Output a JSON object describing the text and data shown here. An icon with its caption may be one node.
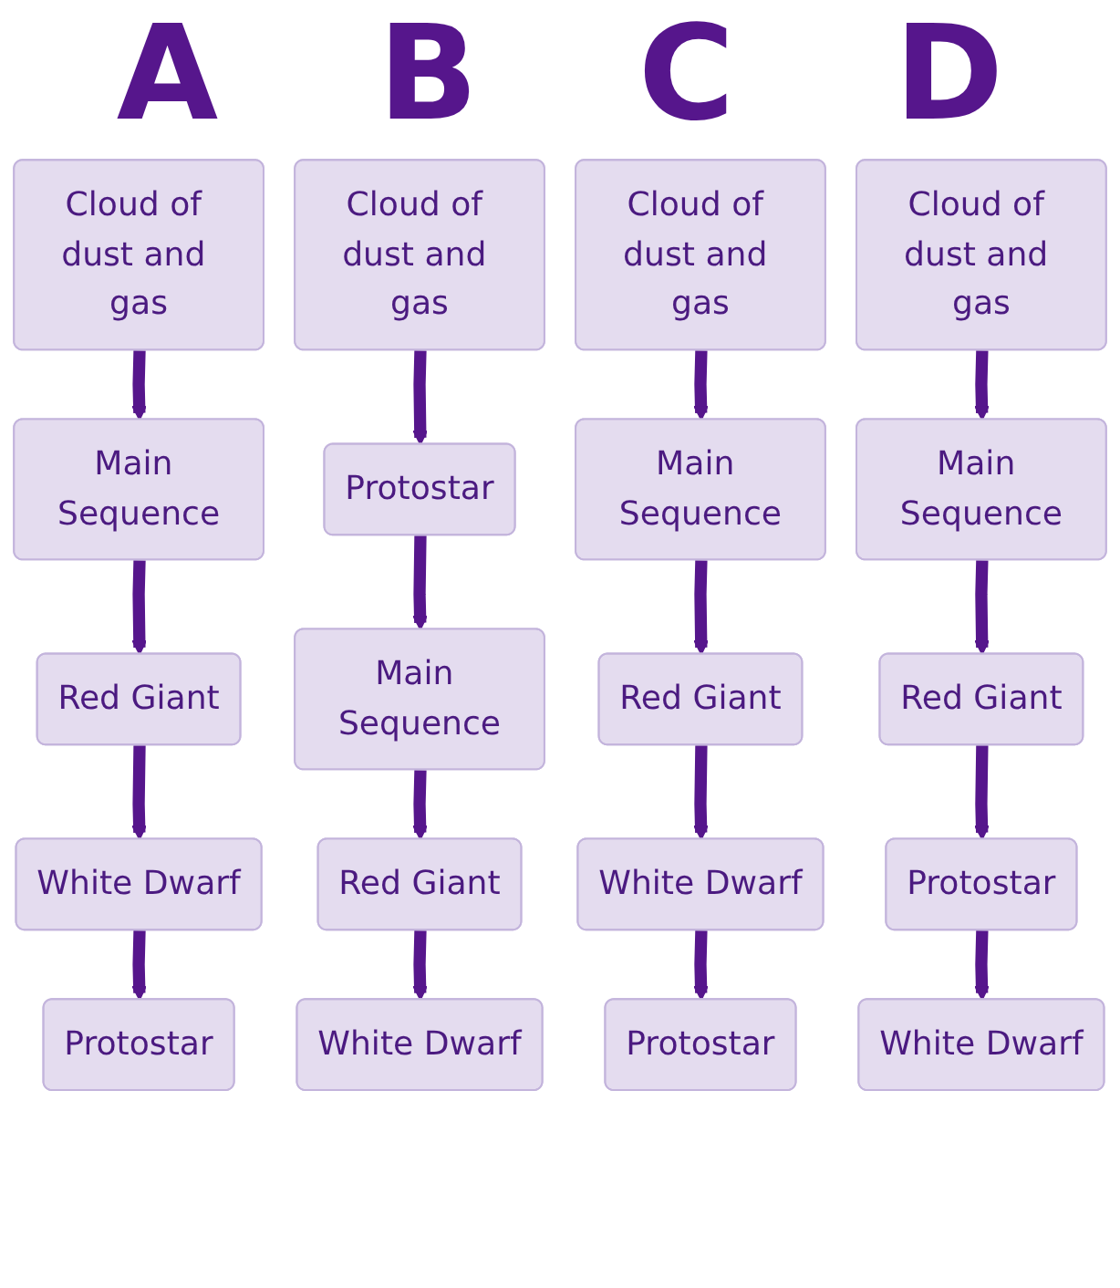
{
  "diagram": {
    "nodes": [
      {
        "text": [
          "Cloud of dust and gas"
        ]
      },
      {
        "text": [
          "Main Sequence"
        ]
      },
      {
        "text": [
          "Red Giant"
        ]
      },
      {
        "text": [
          "White Dwarf"
        ]
      },
      {
        "text": [
          "Protostar"
        ]
      },
      {
        "text": [
          "Cloud of dust and gas"
        ]
      },
      {
        "text": [
          "Protostar"
        ]
      },
      {
        "text": [
          "Main Sequence"
        ]
      },
      {
        "text": [
          "Red Giant"
        ]
      },
      {
        "text": [
          "White Dwarf"
        ]
      },
      {
        "text": [
          "Cloud of dust and gas"
        ]
      },
      {
        "text": [
          "Main Sequence"
        ]
      },
      {
        "text": [
          "Red Giant"
        ]
      },
      {
        "text": [
          "White Dwarf"
        ]
      },
      {
        "text": [
          "Protostar"
        ]
      },
      {
        "text": [
          "Cloud of dust and gas"
        ]
      },
      {
        "text": [
          "Main Sequence"
        ]
      },
      {
        "text": [
          "Red Giant"
        ]
      },
      {
        "text": [
          "Protostar"
        ]
      },
      {
        "text": [
          "White Dwarf"
        ]
      }
    ],
    "edges": [
      {
        "from": 0,
        "to": 1,
        "arrow": "to"
      },
      {
        "from": 1,
        "to": 2,
        "arrow": "to"
      },
      {
        "from": 2,
        "to": 3,
        "arrow": "to"
      },
      {
        "from": 3,
        "to": 4,
        "arrow": "to"
      },
      {
        "from": 5,
        "to": 6,
        "arrow": "to"
      },
      {
        "from": 6,
        "to": 7,
        "arrow": "to"
      },
      {
        "from": 7,
        "to": 8,
        "arrow": "to"
      },
      {
        "from": 8,
        "to": 9,
        "arrow": "to"
      },
      {
        "from": 10,
        "to": 11,
        "arrow": "to"
      },
      {
        "from": 11,
        "to": 12,
        "arrow": "to"
      },
      {
        "from": 12,
        "to": 13,
        "arrow": "to"
      },
      {
        "from": 13,
        "to": 14,
        "arrow": "to"
      },
      {
        "from": 15,
        "to": 16,
        "arrow": "to"
      },
      {
        "from": 16,
        "to": 17,
        "arrow": "to"
      },
      {
        "from": 17,
        "to": 18,
        "arrow": "to"
      },
      {
        "from": 18,
        "to": 19,
        "arrow": "to"
      }
    ],
    "labels": [
      "A",
      "B",
      "C",
      "D"
    ]
  }
}
